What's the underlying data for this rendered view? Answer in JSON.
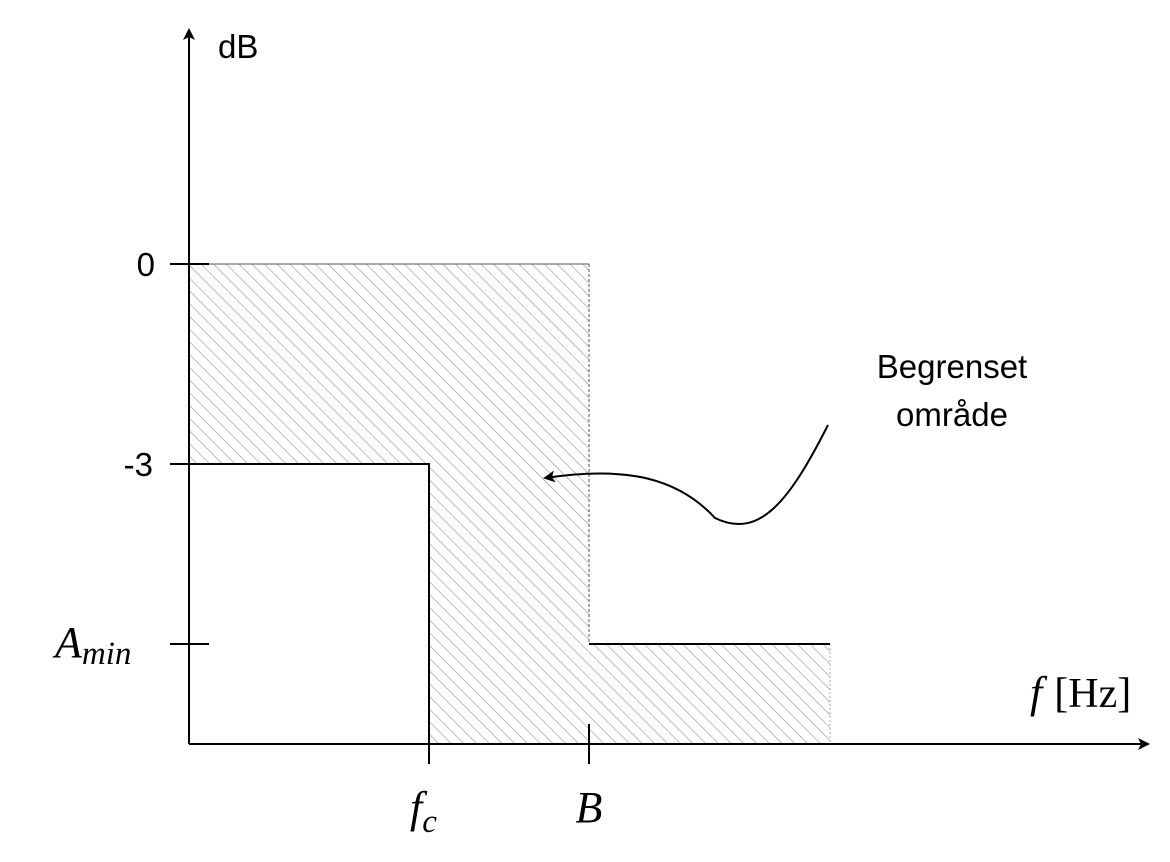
{
  "y_axis": {
    "label": "dB",
    "ticks": {
      "zero": "0",
      "minus3": "-3",
      "amin_main": "A",
      "amin_sub": "min"
    }
  },
  "x_axis": {
    "label_var": "f",
    "label_unit_open": "[",
    "label_unit": "Hz",
    "label_unit_close": "]",
    "ticks": {
      "fc_main": "f",
      "fc_sub": "c",
      "b": "B"
    }
  },
  "annotation": {
    "line1": "Begrenset",
    "line2": "område"
  },
  "colors": {
    "line": "#000000",
    "hatch": "#8a8a8a"
  }
}
